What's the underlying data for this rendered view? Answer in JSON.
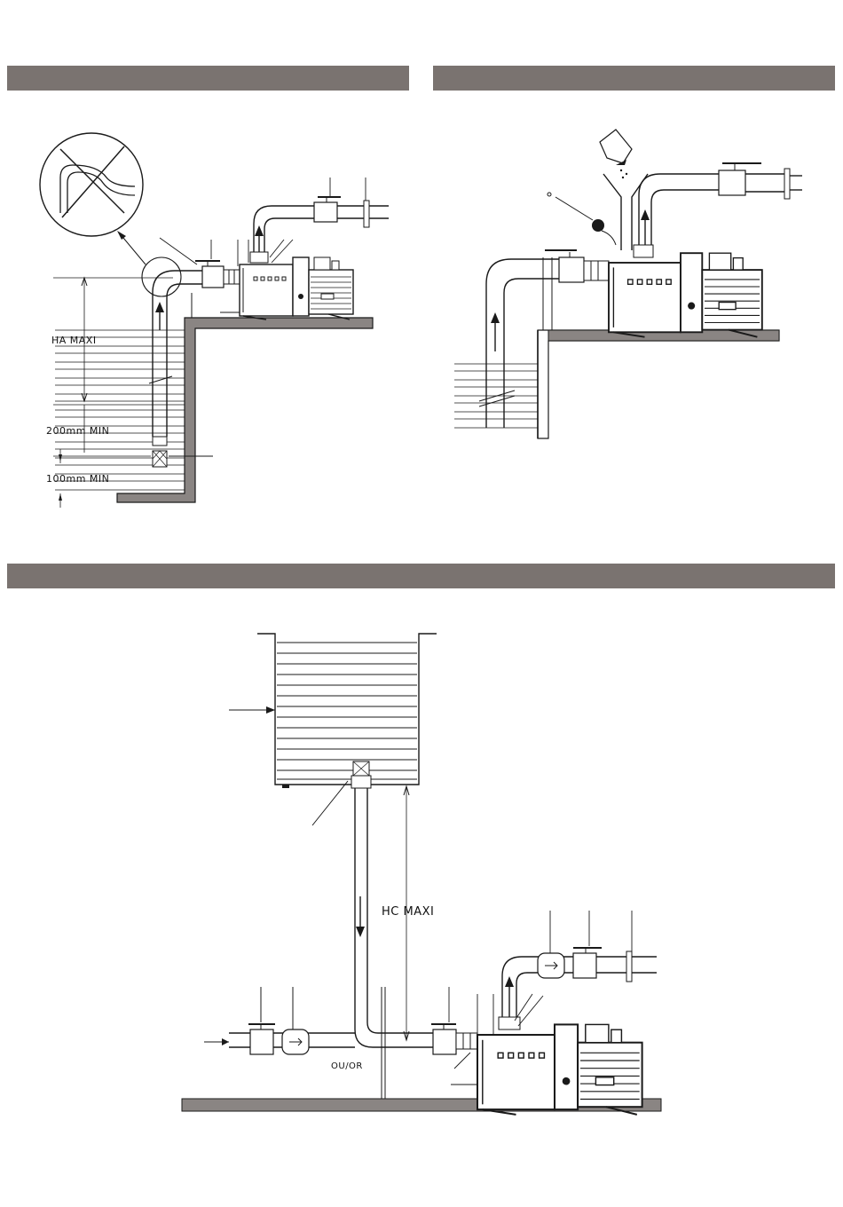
{
  "colors": {
    "header_bar": "#7a7370",
    "line": "#1a1a1a",
    "ground": "#8a8583",
    "pipe_fill": "#ffffff"
  },
  "section1": {
    "labels": {
      "ha_maxi": "HA MAXI",
      "min_200": "200mm MIN",
      "min_100": "100mm MIN"
    }
  },
  "section2": {},
  "section3": {
    "labels": {
      "hc_maxi": "HC MAXI",
      "ou_or": "OU/OR"
    }
  }
}
